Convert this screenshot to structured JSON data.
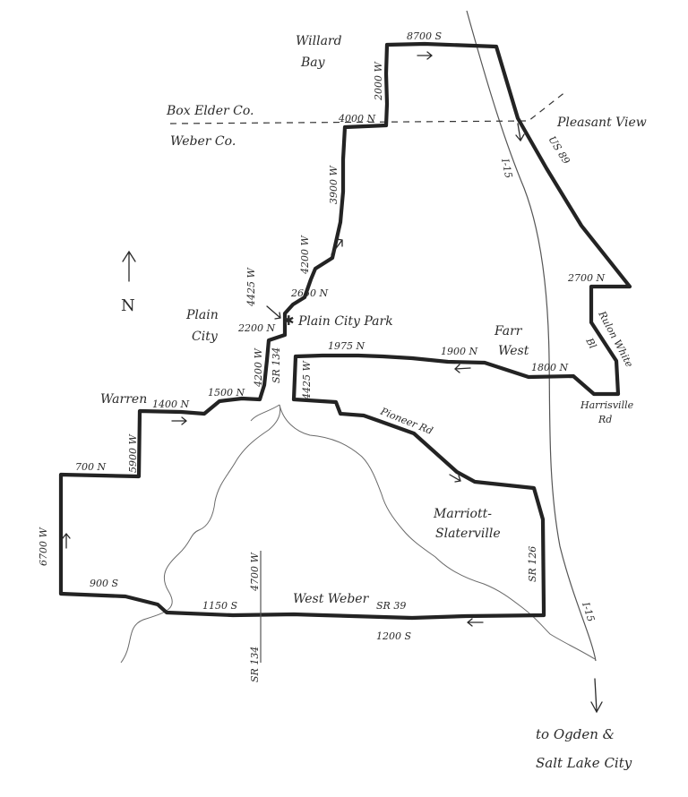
{
  "places": {
    "willard_bay_1": "Willard",
    "willard_bay_2": "Bay",
    "box_elder": "Box Elder Co.",
    "weber": "Weber Co.",
    "pleasant_view": "Pleasant View",
    "plain_city_1": "Plain",
    "plain_city_2": "City",
    "plain_city_park": "Plain City Park",
    "farr_west_1": "Farr",
    "farr_west_2": "West",
    "warren": "Warren",
    "marriott_1": "Marriott-",
    "marriott_2": "Slaterville",
    "west_weber": "West Weber",
    "destination_1": "to Ogden &",
    "destination_2": "Salt Lake City"
  },
  "roads": {
    "r8700s": "8700 S",
    "r2000w": "2000 W",
    "r4000n": "4000 N",
    "r3900w": "3900 W",
    "r4200w_top": "4200 W",
    "r4425w": "4425 W",
    "r2650n": "2650 N",
    "r2200n": "2200 N",
    "r4200w": "4200 W",
    "sr134_top": "SR 134",
    "r4425w_low": "4425 W",
    "r1975n": "1975 N",
    "r1900n": "1900 N",
    "r1800n": "1800 N",
    "r2700n": "2700 N",
    "rulon_1": "Rulon White",
    "rulon_2": "Bl",
    "harrisville_1": "Harrisville",
    "harrisville_2": "Rd",
    "us89": "US 89",
    "i15_top": "I-15",
    "i15_bottom": "I-15",
    "pioneer": "Pioneer Rd",
    "r1500n": "1500 N",
    "r1400n": "1400 N",
    "r5900w": "5900 W",
    "r700n": "700 N",
    "r6700w": "6700 W",
    "r900s": "900 S",
    "r1150s": "1150 S",
    "r4700w": "4700 W",
    "sr134_bottom": "SR 134",
    "sr39": "SR 39",
    "r1200s": "1200 S",
    "sr126": "SR 126"
  },
  "north": {
    "label": "N"
  },
  "colors": {
    "route": "#232323",
    "ink": "#2a2a2a",
    "paper": "#ffffff"
  }
}
